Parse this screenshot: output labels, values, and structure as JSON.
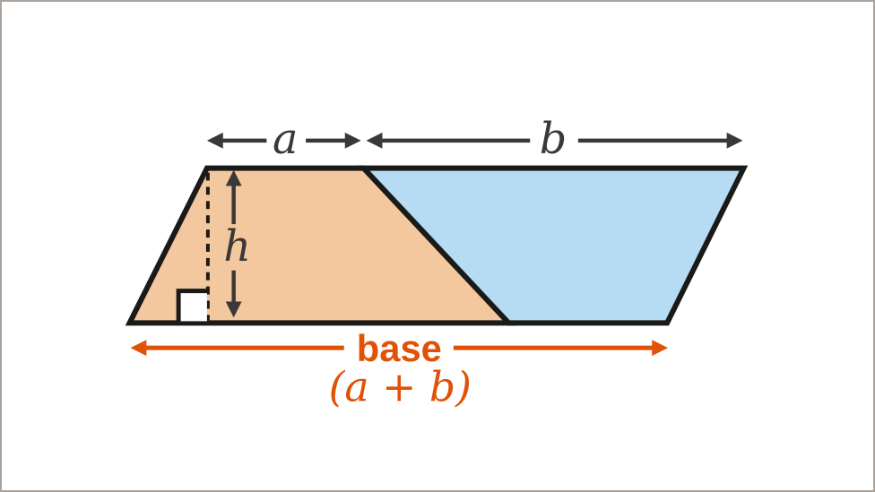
{
  "figure": {
    "labels": {
      "top_left_segment": "a",
      "top_right_segment": "b",
      "height": "h",
      "base_word": "base",
      "base_formula": "(a + b)"
    },
    "colors": {
      "canvas_background": "#ffffff",
      "frame_border": "#a9a39b",
      "left_trapezium_fill": "#f4c89e",
      "right_trapezium_fill": "#b5dcf3",
      "shape_outline": "#1a1a18",
      "dark_measure": "#3a3938",
      "accent_orange": "#e05206",
      "right_angle_fill": "#ffffff"
    }
  }
}
